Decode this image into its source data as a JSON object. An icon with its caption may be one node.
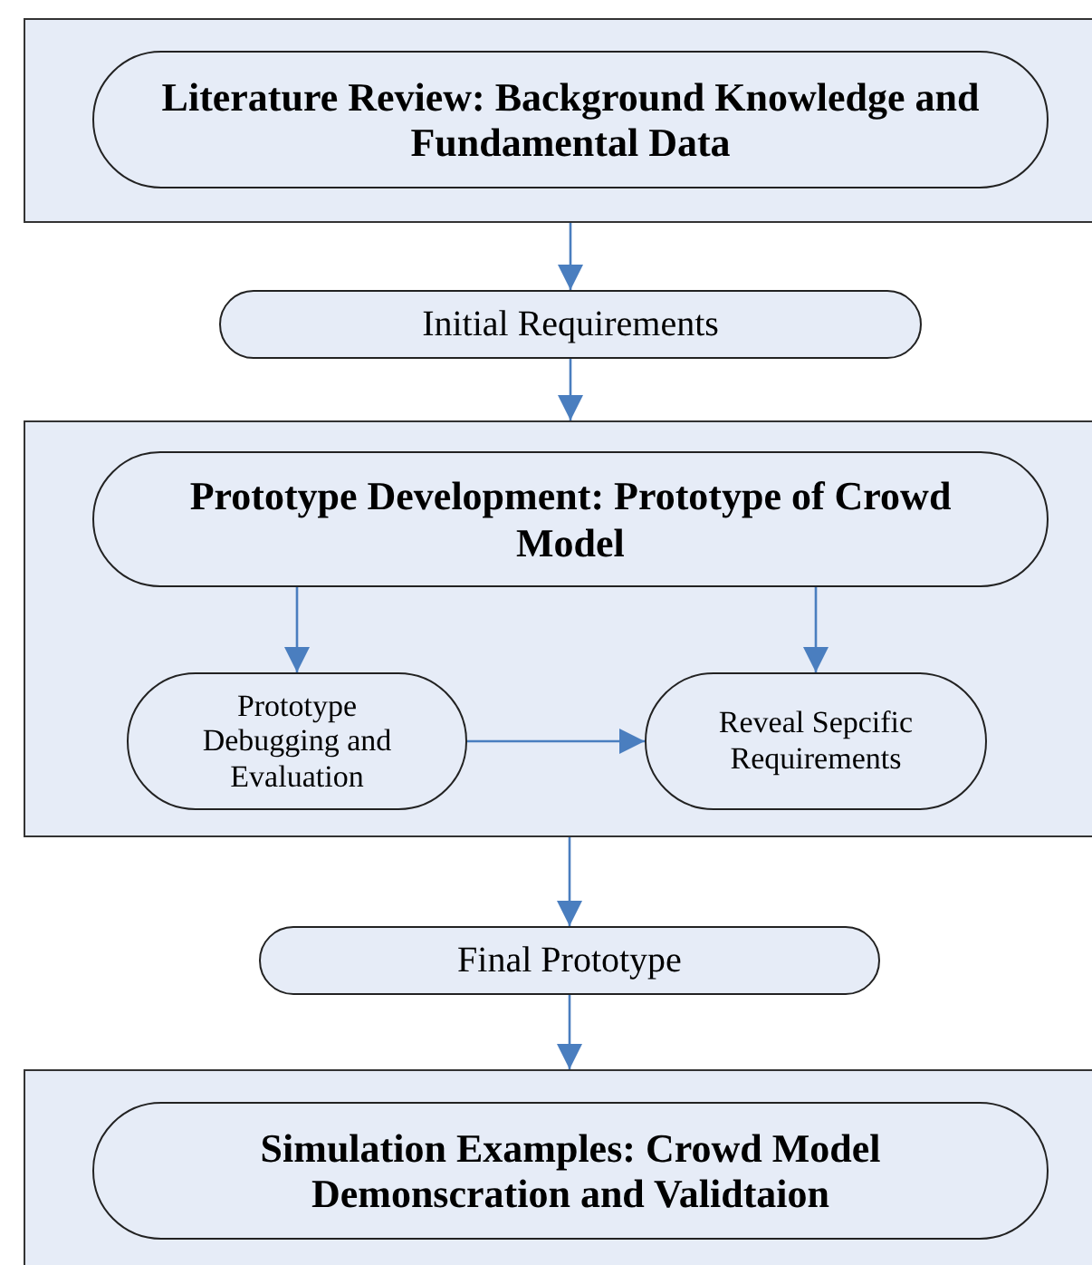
{
  "diagram": {
    "nodes": [
      {
        "text": [],
        "shape": "box"
      },
      {
        "text": [
          "Literature Review: Background Knowledge and Fundamental Data"
        ],
        "in": 0
      },
      {
        "text": [
          "Initial Requirements"
        ]
      },
      {
        "text": [],
        "shape": "box"
      },
      {
        "text": [
          "Prototype Development: Prototype of Crowd Model"
        ],
        "in": 3
      },
      {
        "text": [
          "Prototype Debugging and Evaluation"
        ],
        "in": 3
      },
      {
        "text": [
          "Reveal Sepcific Requirements"
        ],
        "in": 3
      },
      {
        "text": [
          "Final Prototype"
        ]
      },
      {
        "text": [],
        "shape": "box"
      },
      {
        "text": [
          "Simulation Examples: Crowd Model Demonscration and Validtaion"
        ],
        "in": 8
      }
    ],
    "edges": [
      {
        "from": 0,
        "to": 2,
        "arrow": "to"
      },
      {
        "from": 2,
        "to": 3,
        "arrow": "to"
      },
      {
        "from": 4,
        "to": 5,
        "arrow": "to"
      },
      {
        "from": 4,
        "to": 6,
        "arrow": "to"
      },
      {
        "from": 5,
        "to": 6,
        "arrow": "to"
      },
      {
        "from": 3,
        "to": 7,
        "arrow": "to"
      },
      {
        "from": 7,
        "to": 8,
        "arrow": "to"
      }
    ]
  }
}
